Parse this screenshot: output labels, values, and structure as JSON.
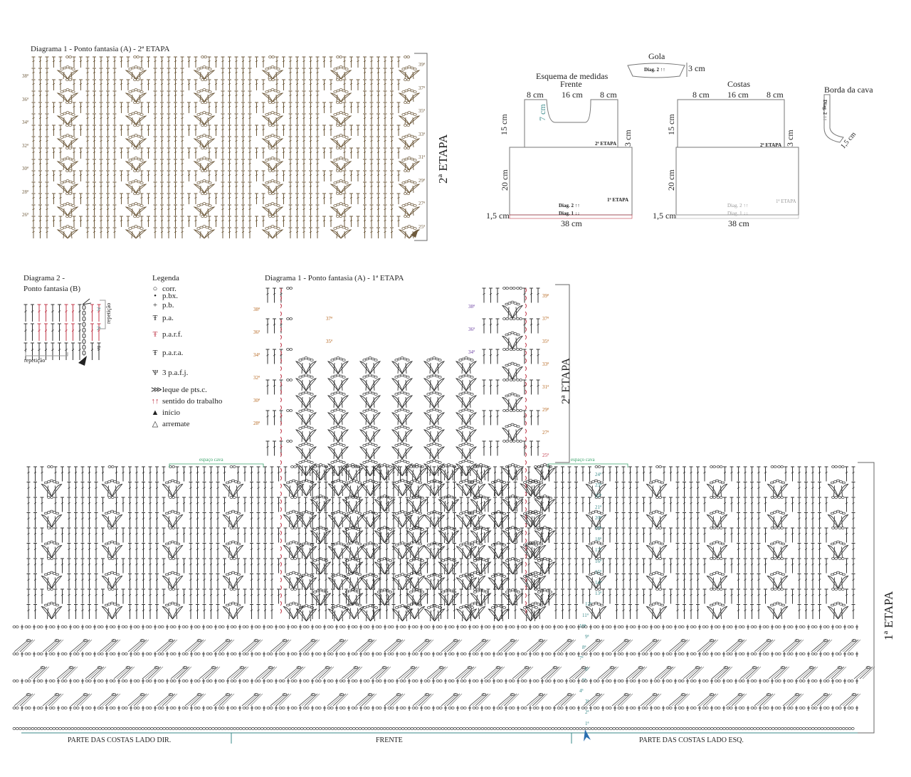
{
  "diagram1_stage2": {
    "title": "Diagrama 1 -  Ponto fantasia (A) - 2ª ETAPA",
    "stage_label": "2ª ETAPA",
    "rows_right": [
      "39ª",
      "37ª",
      "35ª",
      "33ª",
      "31ª",
      "29ª",
      "27ª",
      "25ª"
    ],
    "rows_left": [
      "38ª",
      "36ª",
      "34ª",
      "32ª",
      "30ª",
      "28ª",
      "26ª"
    ]
  },
  "measurements": {
    "title": "Esquema de medidas",
    "gola": {
      "title": "Gola",
      "label": "Diag. 2 ↑↑",
      "height": "3 cm"
    },
    "frente": {
      "title": "Frente",
      "w_left": "8 cm",
      "w_mid": "16 cm",
      "w_right": "8 cm",
      "h_upper": "15 cm",
      "neck_depth": "7 cm",
      "armhole": "3 cm",
      "stage2": "2ª ETAPA",
      "stage1": "1ª ETAPA",
      "h_lower": "20 cm",
      "diag2": "Diag. 2 ↑↑",
      "diag1": "Diag. 1 ↓↓",
      "band": "1,5 cm",
      "width": "38 cm"
    },
    "costas": {
      "title": "Costas",
      "w_left": "8 cm",
      "w_mid": "16 cm",
      "w_right": "8 cm",
      "h_upper": "15 cm",
      "armhole": "3 cm",
      "stage2": "2ª ETAPA",
      "stage1": "1ª ETAPA",
      "h_lower": "20 cm",
      "diag2": "Diag. 2 ↑↑",
      "diag1": "Diag. 1 ↓↓",
      "band": "1,5 cm",
      "width": "38 cm"
    },
    "borda": {
      "title": "Borda da cava",
      "label": "Diag. 2 ↑↑",
      "width": "1,5 cm"
    }
  },
  "diagram2": {
    "title_line1": "Diagrama 2 -",
    "title_line2": "Ponto fantasia (B)",
    "rows": [
      "3ª",
      "2ª",
      "1ª"
    ],
    "repeat_h": "repetição",
    "repeat_v": "repetição"
  },
  "legend": {
    "title": "Legenda",
    "items": [
      {
        "icon": "chain-oval",
        "glyph": "○",
        "label": "corr."
      },
      {
        "icon": "slip-dot",
        "glyph": "•",
        "label": "p.bx."
      },
      {
        "icon": "single-crochet-plus",
        "glyph": "+",
        "label": "p.b."
      },
      {
        "icon": "double-crochet",
        "glyph": "Ŧ",
        "label": "p.a."
      },
      {
        "icon": "front-post-dc",
        "glyph": "Ŧ",
        "label": "p.a.r.f."
      },
      {
        "icon": "back-post-dc",
        "glyph": "Ŧ",
        "label": "p.a.r.a."
      },
      {
        "icon": "three-dc-cluster",
        "glyph": "Ѱ",
        "label": "3 p.a.f.j."
      },
      {
        "icon": "fan",
        "glyph": "⋙",
        "label": "leque de pts.c."
      },
      {
        "icon": "direction-arrows",
        "glyph": "↑↑",
        "label": "sentido do trabalho"
      },
      {
        "icon": "start-arrow",
        "glyph": "▲",
        "label": "início"
      },
      {
        "icon": "finish-arrow",
        "glyph": "△",
        "label": "arremate"
      }
    ]
  },
  "diagram1_stage1": {
    "title": "Diagrama 1 -  Ponto fantasia (A) - 1ª ETAPA",
    "stage2_label": "2ª ETAPA",
    "stage1_label": "1ª ETAPA",
    "armhole_label": "espaço cava",
    "rows_center": [
      "24ª",
      "23ª",
      "22ª",
      "21ª",
      "20ª",
      "19ª",
      "18ª",
      "17ª",
      "16ª",
      "15ª",
      "14ª",
      "13ª",
      "12ª",
      "11ª",
      "10ª",
      "9ª",
      "8ª",
      "7ª",
      "6ª",
      "5ª",
      "4ª",
      "3ª",
      "2ª",
      "1ª"
    ],
    "rows_top_right": [
      "39ª",
      "37ª",
      "35ª",
      "33ª",
      "31ª",
      "29ª",
      "27ª",
      "25ª"
    ],
    "rows_top_left": [
      "38ª",
      "36ª",
      "34ª",
      "32ª",
      "30ª",
      "28ª"
    ],
    "rows_neck_left": [
      "37ª",
      "35ª"
    ],
    "rows_neck_right": [
      "38ª",
      "36ª",
      "34ª"
    ],
    "sections": [
      "PARTE DAS COSTAS LADO DIR.",
      "FRENTE",
      "PARTE DAS COSTAS LADO ESQ."
    ]
  },
  "colors": {
    "brown": "#6e5a3c",
    "ink": "#333333",
    "red": "#c0394a",
    "teal": "#3a8a8a",
    "green": "#3aa36b",
    "blue": "#2a6fb0"
  }
}
